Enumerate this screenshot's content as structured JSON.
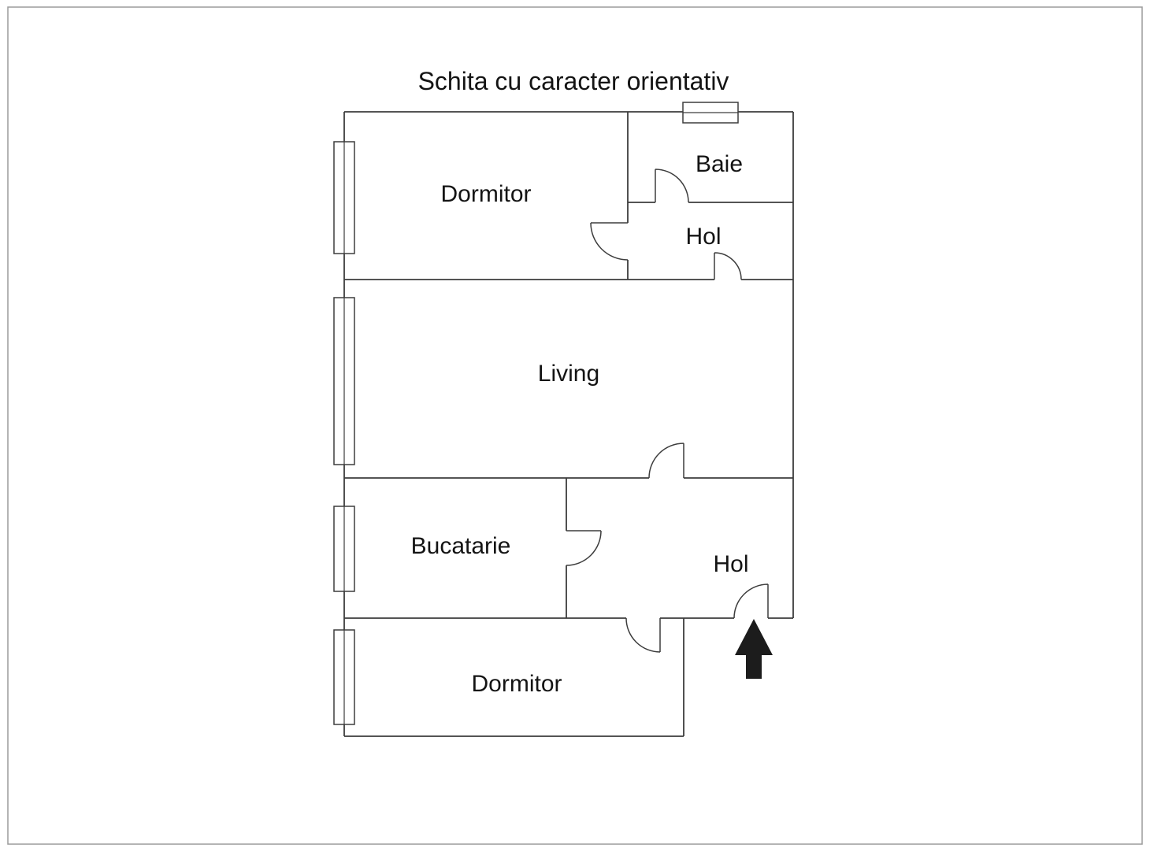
{
  "title": "Schita cu caracter orientativ",
  "rooms": {
    "dormitor_top": "Dormitor",
    "baie": "Baie",
    "hol_top": "Hol",
    "living": "Living",
    "bucatarie": "Bucatarie",
    "hol_bottom": "Hol",
    "dormitor_bottom": "Dormitor"
  },
  "colors": {
    "wall": "#3d3d3d",
    "text": "#141414",
    "arrow": "#1c1c1c",
    "canvas_border": "#9b9b9b",
    "background": "#ffffff"
  }
}
